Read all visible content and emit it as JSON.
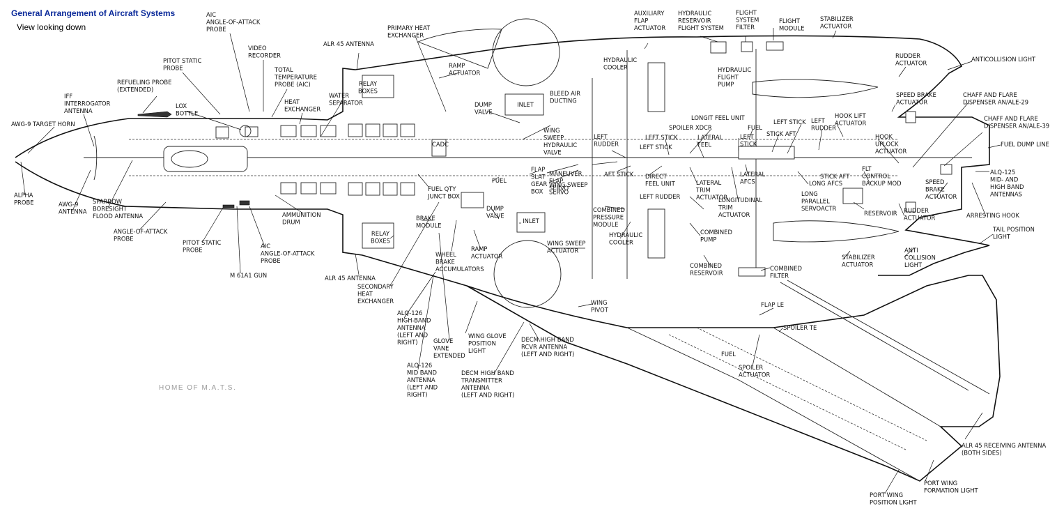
{
  "header": {
    "title": "General Arrangement of Aircraft Systems",
    "subtitle": "View looking down"
  },
  "watermark": "HOME OF M.A.T.S.",
  "labels": {
    "alpha_probe": [
      "ALPHA",
      "PROBE"
    ],
    "awg9_target_horn": [
      "AWG-9 TARGET HORN"
    ],
    "iff_antenna": [
      "IFF",
      "INTERROGATOR",
      "ANTENNA"
    ],
    "refueling_probe": [
      "REFUELING PROBE",
      "(EXTENDED)"
    ],
    "pitot_static_probe_top": [
      "PITOT STATIC",
      "PROBE"
    ],
    "aic_aoa_probe_top": [
      "AIC",
      "ANGLE-OF-ATTACK",
      "PROBE"
    ],
    "video_recorder": [
      "VIDEO",
      "RECORDER"
    ],
    "total_temp_probe": [
      "TOTAL",
      "TEMPERATURE",
      "PROBE (AIC)"
    ],
    "lox_bottle": [
      "LOX",
      "BOTTLE"
    ],
    "heat_exchanger": [
      "HEAT",
      "EXCHANGER"
    ],
    "water_separator": [
      "WATER",
      "SEPARATOR"
    ],
    "alr45_antenna_top": [
      "ALR 45 ANTENNA"
    ],
    "relay_boxes_top": [
      "RELAY",
      "BOXES"
    ],
    "primary_heat_exchanger": [
      "PRIMARY HEAT",
      "EXCHANGER"
    ],
    "ramp_actuator_top": [
      "RAMP",
      "ACTUATOR"
    ],
    "dump_valve_top": [
      "DUMP",
      "VALVE"
    ],
    "inlet_top": [
      "INLET"
    ],
    "bleed_air_ducting": [
      "BLEED AIR",
      "DUCTING"
    ],
    "cadc": [
      "CADC"
    ],
    "wing_sweep_hyd_valve": [
      "WING",
      "SWEEP",
      "HYDRAULIC",
      "VALVE"
    ],
    "aux_flap_actuator": [
      "AUXILIARY",
      "FLAP",
      "ACTUATOR"
    ],
    "hyd_reservoir_flight": [
      "HYDRAULIC",
      "RESERVOIR",
      "FLIGHT SYSTEM"
    ],
    "flight_system_filter": [
      "FLIGHT",
      "SYSTEM",
      "FILTER"
    ],
    "flight_module": [
      "FLIGHT",
      "MODULE"
    ],
    "stabilizer_actuator_top": [
      "STABILIZER",
      "ACTUATOR"
    ],
    "hydraulic_cooler_top": [
      "HYDRAULIC",
      "COOLER"
    ],
    "hydraulic_flight_pump": [
      "HYDRAULIC",
      "FLIGHT",
      "PUMP"
    ],
    "longit_feel_unit": [
      "LONGIT FEEL UNIT"
    ],
    "rudder_actuator_top": [
      "RUDDER",
      "ACTUATOR"
    ],
    "anticollision_light_top": [
      "ANTICOLLISION LIGHT"
    ],
    "speed_brake_actuator_top": [
      "SPEED BRAKE",
      "ACTUATOR"
    ],
    "chaff_flare_29": [
      "CHAFF AND FLARE",
      "DISPENSER AN/ALE-29"
    ],
    "chaff_flare_39": [
      "CHAFF AND FLARE",
      "DISPENSER AN/ALE-39"
    ],
    "fuel_dump_line": [
      "FUEL DUMP LINE"
    ],
    "alq125": [
      "ALQ-125",
      "MID- AND",
      "HIGH BAND",
      "ANTENNAS"
    ],
    "arresting_hook": [
      "ARRESTING HOOK"
    ],
    "tail_position_light": [
      "TAIL POSITION",
      "LIGHT"
    ],
    "anti_collision_light_bottom": [
      "ANTI",
      "COLLISION",
      "LIGHT"
    ],
    "rudder_actuator_bottom": [
      "RUDDER",
      "ACTUATOR"
    ],
    "speed_brake_actuator_bottom": [
      "SPEED",
      "BRAKE",
      "ACTUATOR"
    ],
    "reservoir": [
      "RESERVOIR"
    ],
    "flt_control_backup": [
      "FLT",
      "CONTROL",
      "BACKUP MOD"
    ],
    "hook_lift_actuator": [
      "HOOK LIFT",
      "ACTUATOR"
    ],
    "hook_uplock_actuator": [
      "HOOK",
      "UPLOCK",
      "ACTUATOR"
    ],
    "left_rudder_right": [
      "LEFT",
      "RUDDER"
    ],
    "left_stick_right": [
      "LEFT STICK"
    ],
    "stick_aft_top": [
      "STICK AFT"
    ],
    "stick_aft_mid": [
      "STICK AFT"
    ],
    "long_afcs": [
      "LONG AFCS"
    ],
    "long_parallel_servo": [
      "LONG",
      "PARALLEL",
      "SERVOACTR"
    ],
    "fuel_mid": [
      "FUEL"
    ],
    "left_stick_mid": [
      "LEFT",
      "STICK"
    ],
    "lateral_afcs": [
      "LATERAL",
      "AFCS"
    ],
    "spoiler_xdcr": [
      "SPOILER XDCR"
    ],
    "lateral_feel": [
      "LATERAL",
      "FEEL"
    ],
    "left_stick_a": [
      "LEFT STICK"
    ],
    "left_stick_b": [
      "LEFT STICK"
    ],
    "left_rudder_mid": [
      "LEFT",
      "RUDDER"
    ],
    "aft_stick": [
      "AFT STICK"
    ],
    "direct_feel_unit": [
      "DIRECT",
      "FEEL UNIT"
    ],
    "lateral_trim_actuator": [
      "LATERAL",
      "TRIM",
      "ACTUATOR"
    ],
    "left_rudder_low": [
      "LEFT RUDDER"
    ],
    "longitudinal_trim_actuator": [
      "LONGITUDINAL",
      "TRIM",
      "ACTUATOR"
    ],
    "combined_pump": [
      "COMBINED",
      "PUMP"
    ],
    "hydraulic_cooler_low": [
      "HYDRAULIC",
      "COOLER"
    ],
    "combined_pressure_module": [
      "COMBINED",
      "PRESSURE",
      "MODULE"
    ],
    "combined_reservoir": [
      "COMBINED",
      "RESERVOIR"
    ],
    "combined_filter": [
      "COMBINED",
      "FILTER"
    ],
    "stabilizer_actuator_bottom": [
      "STABILIZER",
      "ACTUATOR"
    ],
    "maneuver_flap_servo": [
      "MANEUVER",
      "FLAP",
      "SERVO"
    ],
    "wing_sweep_servo": [
      "WING SWEEP",
      "SERVO"
    ],
    "flap_slat_gear_box": [
      "FLAP",
      "SLAT",
      "GEAR",
      "BOX"
    ],
    "fuel_upper_center": [
      "FUEL"
    ],
    "dump_valve_low": [
      "DUMP",
      "VALVE"
    ],
    "inlet_low": [
      "INLET"
    ],
    "fuel_qty_junct_box": [
      "FUEL QTY",
      "JUNCT BOX"
    ],
    "brake_module": [
      "BRAKE",
      "MODULE"
    ],
    "relay_boxes_bottom": [
      "RELAY",
      "BOXES"
    ],
    "ramp_actuator_bottom": [
      "RAMP",
      "ACTUATOR"
    ],
    "wheel_brake_accumulators": [
      "WHEEL",
      "BRAKE",
      "ACCUMULATORS"
    ],
    "wing_sweep_actuator": [
      "WING SWEEP",
      "ACTUATOR"
    ],
    "wing_pivot": [
      "WING",
      "PIVOT"
    ],
    "ammunition_drum": [
      "AMMUNITION",
      "DRUM"
    ],
    "alr45_antenna_bottom": [
      "ALR 45 ANTENNA"
    ],
    "secondary_heat_exchanger": [
      "SECONDARY",
      "HEAT",
      "EXCHANGER"
    ],
    "alq126_high": [
      "ALQ-126",
      "HIGH-BAND",
      "ANTENNA",
      "(LEFT AND",
      "RIGHT)"
    ],
    "alq126_mid": [
      "ALQ-126",
      "MID BAND",
      "ANTENNA",
      "(LEFT AND",
      "RIGHT)"
    ],
    "glove_vane": [
      "GLOVE",
      "VANE",
      "EXTENDED"
    ],
    "wing_glove_light": [
      "WING GLOVE",
      "POSITION",
      "LIGHT"
    ],
    "decm_transmitter": [
      "DECM HIGH BAND",
      "TRANSMITTER",
      "ANTENNA",
      "(LEFT AND RIGHT)"
    ],
    "decm_rcvr": [
      "DECM HIGH BAND",
      "RCVR ANTENNA",
      "(LEFT AND RIGHT)"
    ],
    "awg9_antenna": [
      "AWG-9",
      "ANTENNA"
    ],
    "sparrow_antenna": [
      "SPARROW",
      "BORESIGHT",
      "FLOOD ANTENNA"
    ],
    "aoa_probe_bottom": [
      "ANGLE-OF-ATTACK",
      "PROBE"
    ],
    "pitot_static_probe_bottom": [
      "PITOT STATIC",
      "PROBE"
    ],
    "aic_aoa_probe_bottom": [
      "AIC",
      "ANGLE-OF-ATTACK",
      "PROBE"
    ],
    "m61a1_gun": [
      "M 61A1 GUN"
    ],
    "flap_le": [
      "FLAP LE"
    ],
    "spoiler_te": [
      "SPOILER TE"
    ],
    "fuel_wing": [
      "FUEL"
    ],
    "spoiler_actuator": [
      "SPOILER",
      "ACTUATOR"
    ],
    "alr45_receiving": [
      "ALR 45 RECEIVING ANTENNA",
      "(BOTH SIDES)"
    ],
    "port_wing_formation": [
      "PORT WING",
      "FORMATION LIGHT"
    ],
    "port_wing_position": [
      "PORT WING",
      "POSITION LIGHT"
    ]
  }
}
